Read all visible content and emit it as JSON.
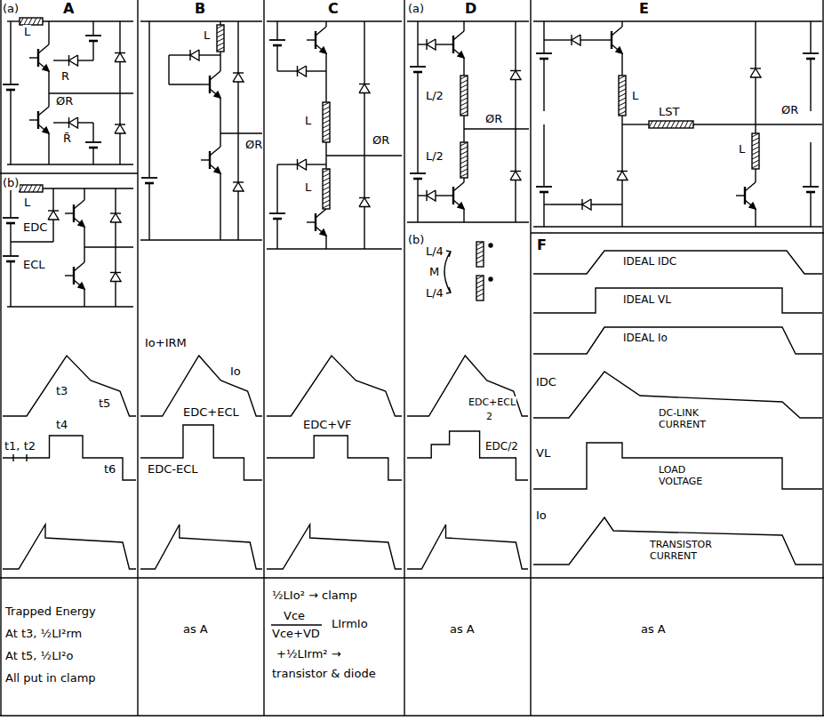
{
  "diagram": {
    "labels": [
      "(a)",
      "A",
      "L",
      "R",
      "ØR",
      "R̄",
      "(b)",
      "L",
      "EDC",
      "ECL",
      "t3",
      "t5",
      "t1, t2",
      "t4",
      "t6",
      "Trapped Energy",
      "At t3, ½LI²rm",
      "At t5, ½LI²o",
      "All put in clamp",
      "B",
      "L",
      "ØR",
      "Io+IRM",
      "Io",
      "EDC+ECL",
      "EDC-ECL",
      "as A",
      "C",
      "L",
      "L",
      "ØR",
      "EDC+VF",
      "½LIo² → clamp",
      "Vce",
      "Vce+VD",
      "LIrmIo",
      "+½LIrm² →",
      "transistor & diode",
      "(a)",
      "D",
      "L/2",
      "ØR",
      "L/2",
      "(b)",
      "L/4",
      "M",
      "L/4",
      "EDC+ECL",
      "2",
      "EDC/2",
      "as A",
      "E",
      "L",
      "LST",
      "ØR",
      "L",
      "F",
      "IDEAL IDC",
      "IDEAL VL",
      "IDEAL Io",
      "IDC",
      "DC-LINK CURRENT",
      "VL",
      "LOAD VOLTAGE",
      "Io",
      "TRANSISTOR CURRENT",
      "as A"
    ]
  }
}
